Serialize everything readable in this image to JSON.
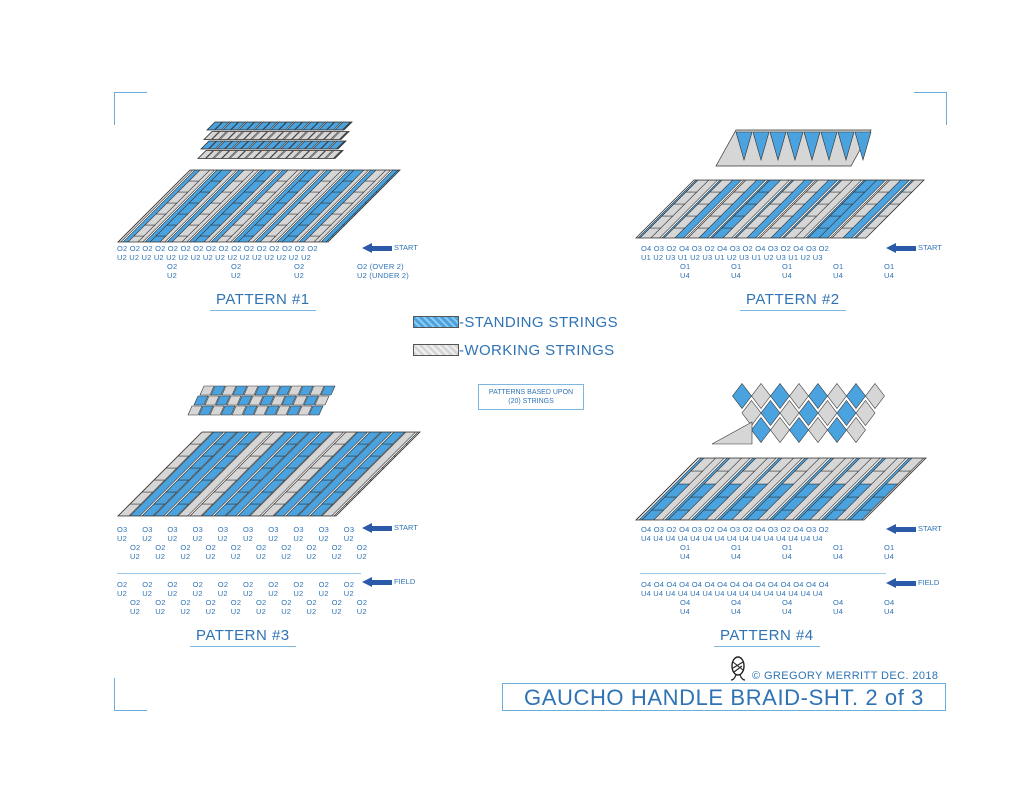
{
  "pattern1": {
    "title": "PATTERN #1",
    "row1": "O2 O2 O2 O2   O2 O2 O2 O2   O2 O2 O2 O2   O2 O2 O2 O2",
    "row2": "U2 U2 U2 U2   U2 U2 U2 U2   U2 U2 U2 U2   U2 U2 U2 U2",
    "sub1": "O2",
    "sub2": "U2",
    "over_note": "O2 (OVER 2)",
    "under_note": "U2 (UNDER 2)",
    "start": "START"
  },
  "pattern2": {
    "title": "PATTERN #2",
    "row1": "O4 O3 O2    O4 O3 O2    O4 O3 O2    O4 O3 O2    O4 O3 O2",
    "row2": "U1 U2 U3    U1 U2 U3    U1 U2 U3    U1 U2 U3    U1 U2 U3",
    "sub1": "O1",
    "sub2": "U4",
    "start": "START"
  },
  "pattern3": {
    "title": "PATTERN #3",
    "col_top": "O3",
    "col_bot": "U2",
    "col_sub_top": "O2",
    "col_sub_bot": "U2",
    "field_top": "O2",
    "field_bot": "U2",
    "start": "START",
    "field": "FIELD"
  },
  "pattern4": {
    "title": "PATTERN #4",
    "row1": "O4 O3 O2    O4 O3 O2    O4 O3 O2    O4 O3 O2    O4 O3 O2",
    "row2": "U4 U4 U4    U4 U4 U4    U4 U4 U4    U4 U4 U4    U4 U4 U4",
    "sub1": "O1",
    "sub2": "U4",
    "field_row1": "O4 O4 O4    O4 O4 O4    O4 O4 O4    O4 O4 O4    O4 O4 O4",
    "field_row2": "U4 U4 U4    U4 U4 U4    U4 U4 U4    U4 U4 U4    U4 U4 U4",
    "field_sub1": "O4",
    "field_sub2": "U4",
    "start": "START",
    "field": "FIELD"
  },
  "legend": {
    "standing": "-STANDING STRINGS",
    "working": "-WORKING STRINGS",
    "standing_color": "#4aa3df",
    "working_color": "#d6d6d6"
  },
  "note": {
    "line1": "PATTERNS BASED UPON",
    "line2": "(20) STRINGS"
  },
  "copyright": "© GREGORY MERRITT  DEC. 2018",
  "sheet_title": "GAUCHO HANDLE BRAID-SHT. 2 of 3"
}
